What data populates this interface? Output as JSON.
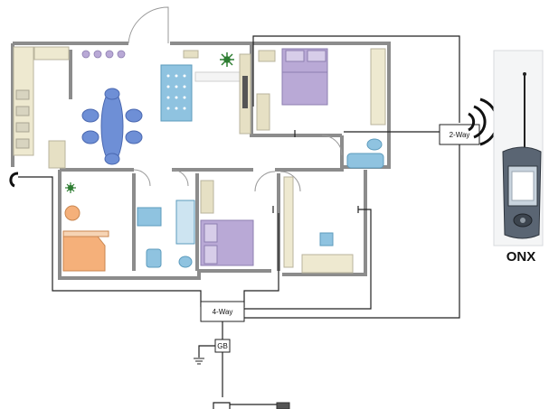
{
  "labels": {
    "splitter_2way": "2-Way",
    "splitter_4way": "4-Way",
    "ground_block": "GB",
    "meter_name": "ONX"
  },
  "colors": {
    "wall": "#8c8c8c",
    "cable": "#222222",
    "bed": "#b9a9d6",
    "bed_orange": "#f5b07a",
    "furniture_blue": "#8fc3e0",
    "dining_blue": "#6e8fd6",
    "cabinet": "#e6e0c4",
    "meter_body": "#5a6573"
  },
  "icons": [
    "door-arc",
    "bed",
    "dining-table",
    "sofa",
    "bathtub",
    "toilet",
    "sink",
    "plant",
    "antenna",
    "signal-waves",
    "ground-symbol",
    "handheld-meter"
  ]
}
